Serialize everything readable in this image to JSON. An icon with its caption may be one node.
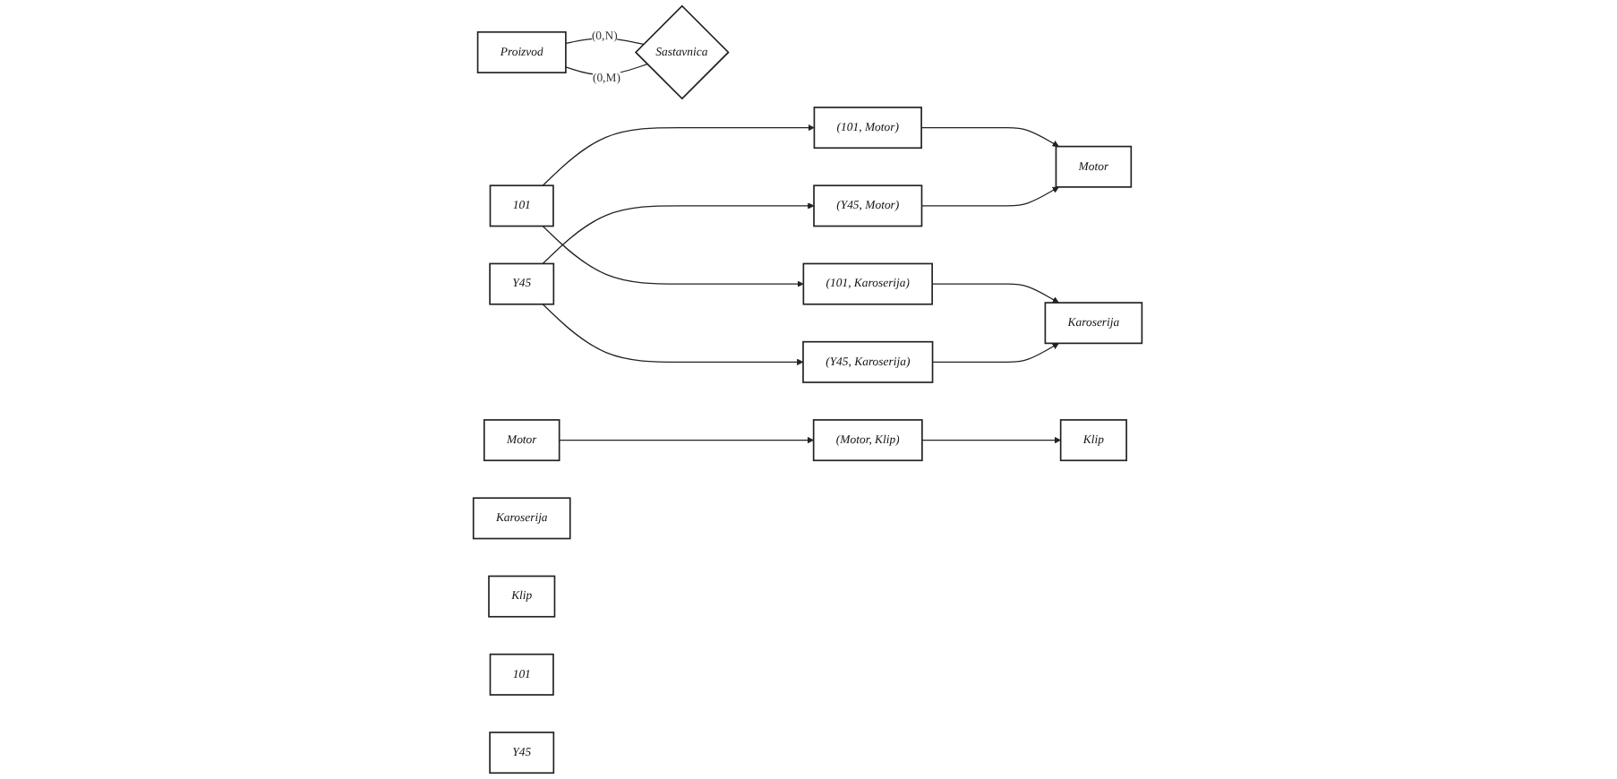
{
  "diagram": {
    "nodes": [
      {
        "text": [
          "Proizvod"
        ]
      },
      {
        "text": [
          "Sastavnica"
        ]
      },
      {
        "text": [
          "101"
        ]
      },
      {
        "text": [
          "Y45"
        ]
      },
      {
        "text": [
          "Motor"
        ]
      },
      {
        "text": [
          "Karoserija"
        ]
      },
      {
        "text": [
          "Klip"
        ]
      },
      {
        "text": [
          "(101, Motor)"
        ]
      },
      {
        "text": [
          "(101, Karoserija)"
        ]
      },
      {
        "text": [
          "(Motor, Klip)"
        ]
      },
      {
        "text": [
          "(Y45, Motor)"
        ]
      },
      {
        "text": [
          "(Y45, Karoserija)"
        ]
      },
      {
        "text": [
          "101"
        ]
      },
      {
        "text": [
          "Y45"
        ]
      },
      {
        "text": [
          "Motor"
        ]
      },
      {
        "text": [
          "Karoserija"
        ]
      },
      {
        "text": [
          "Klip"
        ]
      }
    ],
    "edges": [
      {
        "from": 0,
        "to": 1,
        "arrow": "none",
        "label": "(0,N)"
      },
      {
        "from": 0,
        "to": 1,
        "arrow": "none",
        "label": "(0,M)"
      },
      {
        "from": 2,
        "to": 7,
        "arrow": "to"
      },
      {
        "from": 2,
        "to": 8,
        "arrow": "to"
      },
      {
        "from": 4,
        "to": 9,
        "arrow": "to"
      },
      {
        "from": 3,
        "to": 10,
        "arrow": "to"
      },
      {
        "from": 3,
        "to": 11,
        "arrow": "to"
      },
      {
        "from": 7,
        "to": 14,
        "arrow": "to"
      },
      {
        "from": 8,
        "to": 15,
        "arrow": "to"
      },
      {
        "from": 9,
        "to": 16,
        "arrow": "to"
      },
      {
        "from": 10,
        "to": 14,
        "arrow": "to"
      },
      {
        "from": 11,
        "to": 15,
        "arrow": "to"
      }
    ]
  }
}
